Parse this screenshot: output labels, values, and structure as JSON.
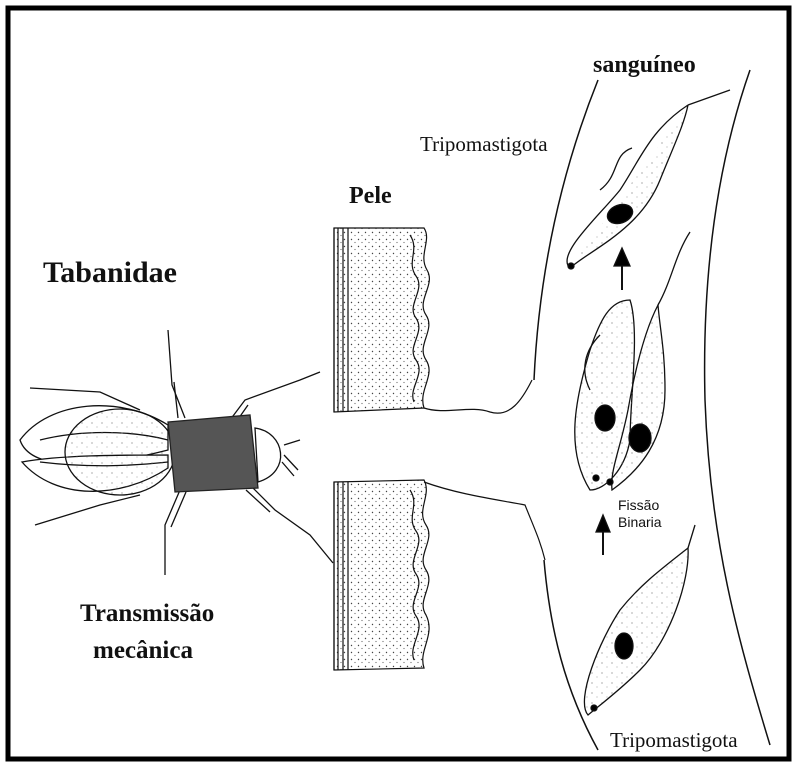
{
  "labels": {
    "bloodstream": "sanguíneo",
    "tripo_top": "Tripomastigota",
    "skin": "Pele",
    "family": "Tabanidae",
    "transmission_line1": "Transmissão",
    "transmission_line2": "mecânica",
    "fission_line1": "Fissão",
    "fission_line2": "Binaria",
    "tripo_bottom": "Tripomastigota"
  },
  "colors": {
    "ink": "#111111",
    "frame": "#000000",
    "thorax": "#555555",
    "background": "#ffffff"
  }
}
